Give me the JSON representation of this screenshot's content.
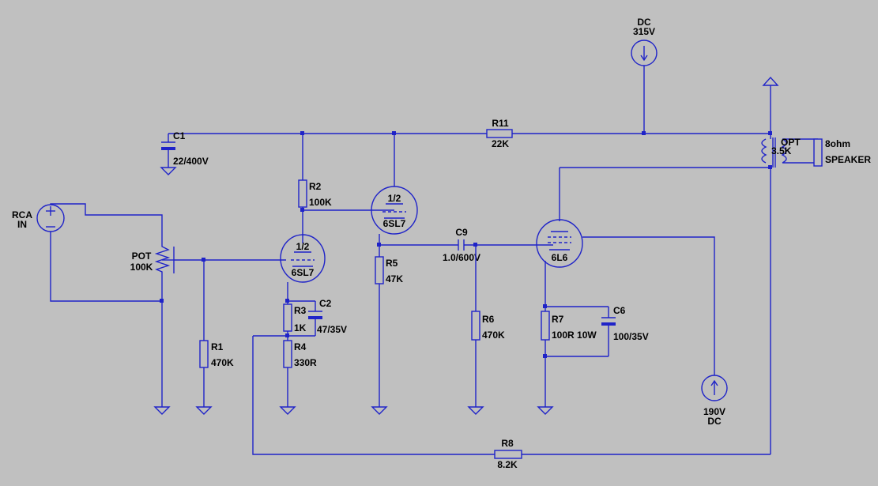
{
  "components": {
    "c1": {
      "ref": "C1",
      "value": "22/400V"
    },
    "r2": {
      "ref": "R2",
      "value": "100K"
    },
    "r11": {
      "ref": "R11",
      "value": "22K"
    },
    "dc315": {
      "line1": "DC",
      "line2": "315V"
    },
    "opt": {
      "ref": "OPT",
      "value": "3.5K"
    },
    "speaker": {
      "line1": "8ohm",
      "line2": "SPEAKER"
    },
    "rca": {
      "line1": "RCA",
      "line2": "IN"
    },
    "pot": {
      "ref": "POT",
      "value": "100K"
    },
    "tube1": {
      "half": "1/2",
      "type": "6SL7"
    },
    "tube2": {
      "half": "1/2",
      "type": "6SL7"
    },
    "tube3": {
      "type": "6L6"
    },
    "r1": {
      "ref": "R1",
      "value": "470K"
    },
    "r3": {
      "ref": "R3",
      "value": "1K"
    },
    "c2": {
      "ref": "C2",
      "value": "47/35V"
    },
    "r4": {
      "ref": "R4",
      "value": "330R"
    },
    "r5": {
      "ref": "R5",
      "value": "47K"
    },
    "c9": {
      "ref": "C9",
      "value": "1.0/600V"
    },
    "r6": {
      "ref": "R6",
      "value": "470K"
    },
    "r7": {
      "ref": "R7",
      "value": "100R 10W"
    },
    "c6": {
      "ref": "C6",
      "value": "100/35V"
    },
    "dc190": {
      "line1": "190V",
      "line2": "DC"
    },
    "r8": {
      "ref": "R8",
      "value": "8.2K"
    }
  },
  "colors": {
    "wire": "#1f23c8",
    "background": "#c0c0c0",
    "text": "#000000"
  }
}
